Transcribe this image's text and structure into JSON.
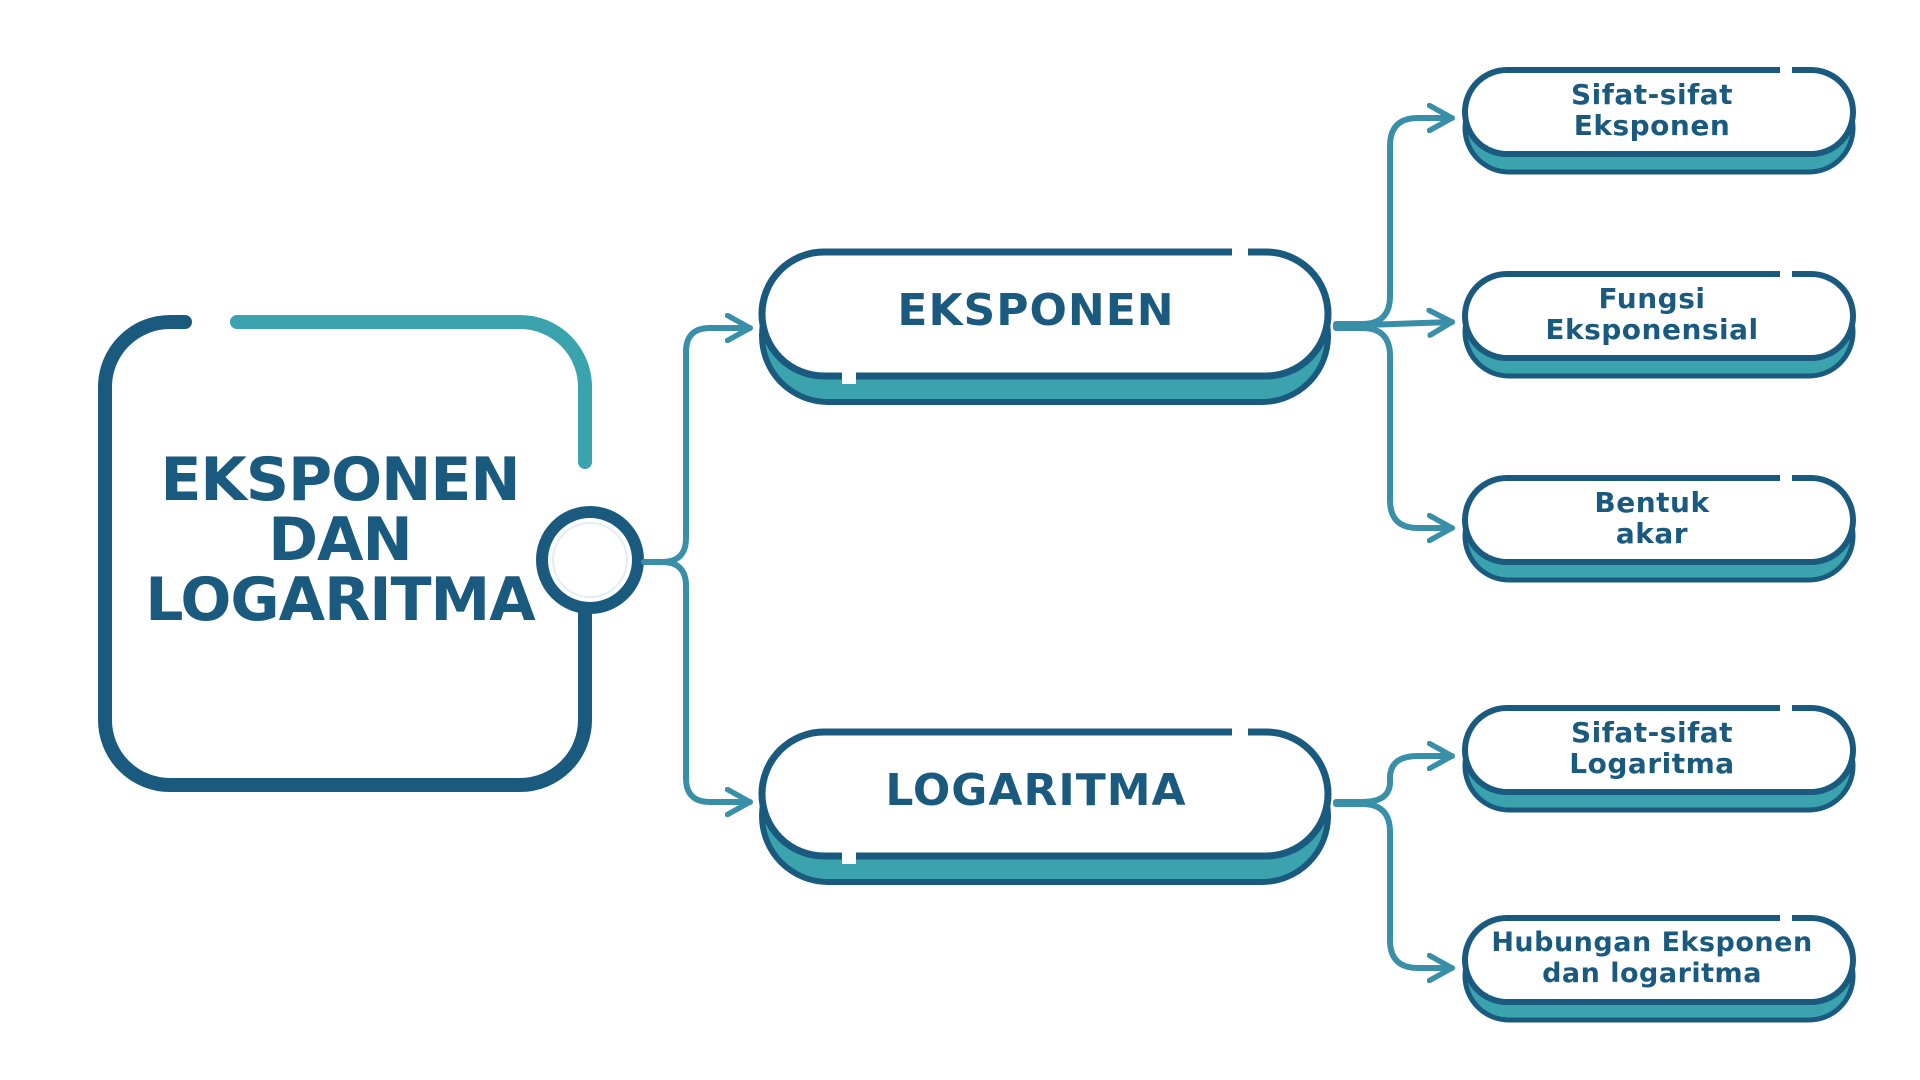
{
  "root": {
    "title": "EKSPONEN\nDAN\nLOGARITMA"
  },
  "branches": [
    {
      "label": "EKSPONEN",
      "children": [
        "Sifat-sifat\nEksponen",
        "Fungsi\nEksponensial",
        "Bentuk\nakar"
      ]
    },
    {
      "label": "LOGARITMA",
      "children": [
        "Sifat-sifat\nLogaritma",
        "Hubungan Eksponen\ndan logaritma"
      ]
    }
  ],
  "colors": {
    "dark_blue": "#1b5a7f",
    "teal": "#3aa3ad",
    "connector": "#3a8fa8",
    "text": "#1b5a7f",
    "background": "#ffffff"
  }
}
